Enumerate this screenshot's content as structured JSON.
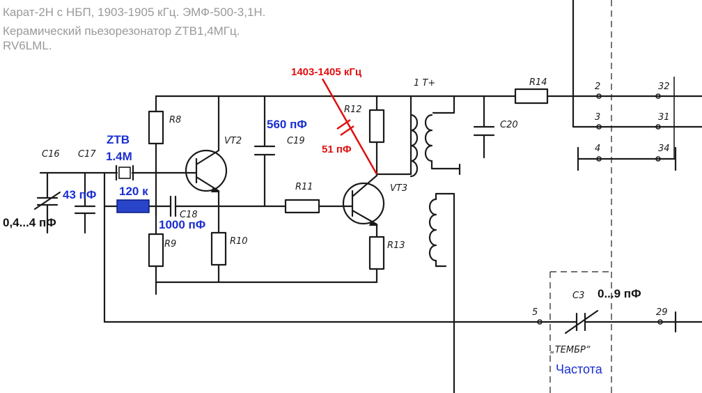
{
  "header": {
    "line1": "Карат-2Н с НБП, 1903-1905 кГц. ЭМФ-500-3,1Н.",
    "line2": "Керамический пьезорезонатор ZTB1,4МГц.",
    "line3": "RV6LML."
  },
  "annotations": {
    "freq_red": "1403-1405 кГц",
    "cap_51": "51 пФ",
    "c19_value": "560 пФ",
    "ztb": "ZTB",
    "ztb_freq": "1.4M",
    "c17_value": "43 пФ",
    "c16_value": "0,4...4 пФ",
    "r_120k": "120 к",
    "c18_value": "1000 пФ",
    "c3_value": "0...9 пФ",
    "chastota": "Частота"
  },
  "schematic_labels": {
    "r8": "R8",
    "vt2": "VT2",
    "c19": "C19",
    "r12": "R12",
    "t1": "1 T+",
    "r14": "R14",
    "c20": "C20",
    "c16": "C16",
    "c17": "C17",
    "r11": "R11",
    "vt3": "VT3",
    "c18": "C18",
    "r9": "R9",
    "r10": "R10",
    "r13": "R13",
    "c3": "C3",
    "timbre": "„ТЕМБР“",
    "n2": "2",
    "n32": "32",
    "n3": "3",
    "n31": "31",
    "n4": "4",
    "n34": "34",
    "n5": "5",
    "n29": "29"
  },
  "colors": {
    "header": "#9a9a9a",
    "blue": "#1a2fd0",
    "red": "#e01010",
    "ink": "#1a1a1a"
  }
}
